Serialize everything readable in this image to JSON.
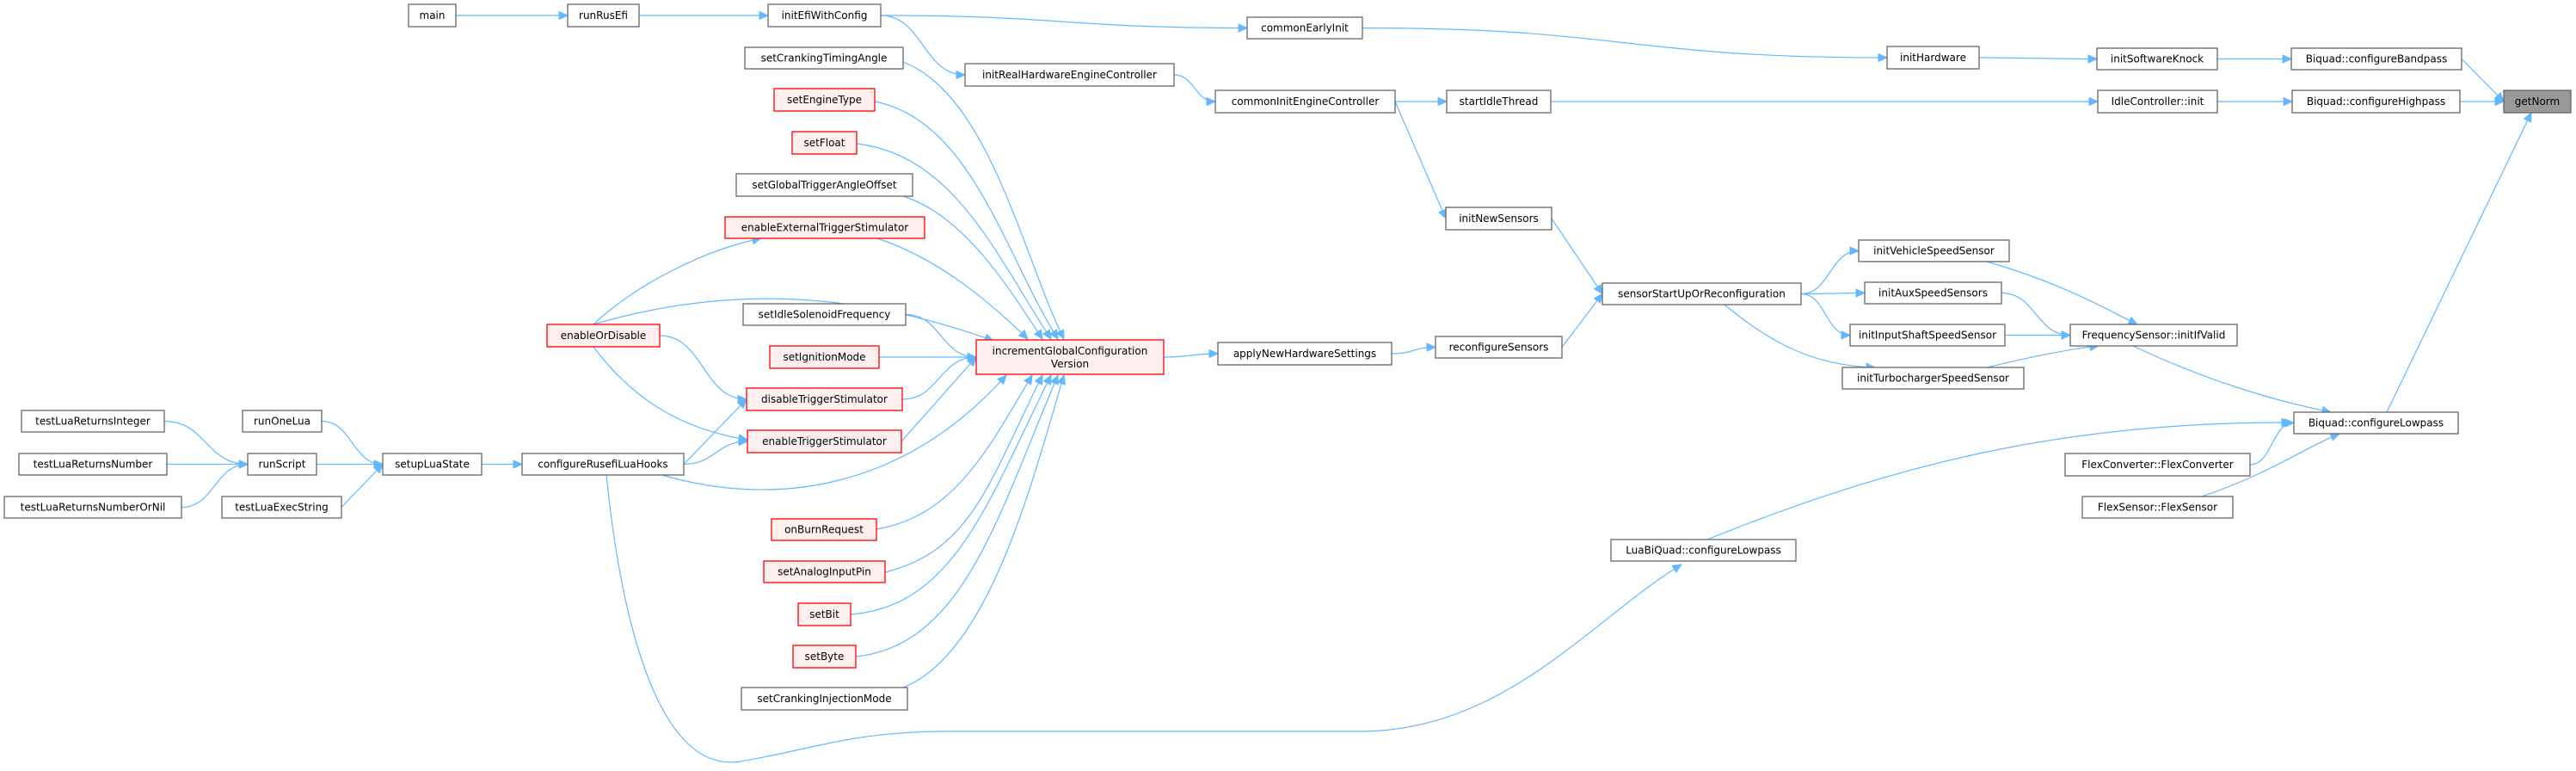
{
  "diagram": {
    "type": "call-graph",
    "title": "getNorm caller graph",
    "colors": {
      "edge": "#63b8ff",
      "normal_border": "#666666",
      "red_border": "#ff0000",
      "red_fill": "#fff0f0",
      "focus_fill": "#999999"
    },
    "nodes": [
      {
        "id": "main",
        "label": "main",
        "style": "normal"
      },
      {
        "id": "runRusEfi",
        "label": "runRusEfi",
        "style": "normal"
      },
      {
        "id": "initEfiWithConfig",
        "label": "initEfiWithConfig",
        "style": "normal"
      },
      {
        "id": "setCrankingTimingAngle",
        "label": "setCrankingTimingAngle",
        "style": "normal"
      },
      {
        "id": "setEngineType",
        "label": "setEngineType",
        "style": "red"
      },
      {
        "id": "setFloat",
        "label": "setFloat",
        "style": "red"
      },
      {
        "id": "setGlobalTriggerAngleOffset",
        "label": "setGlobalTriggerAngleOffset",
        "style": "normal"
      },
      {
        "id": "enableExternalTriggerStimulator",
        "label": "enableExternalTriggerStimulator",
        "style": "red"
      },
      {
        "id": "setIdleSolenoidFrequency",
        "label": "setIdleSolenoidFrequency",
        "style": "normal"
      },
      {
        "id": "setIgnitionMode",
        "label": "setIgnitionMode",
        "style": "red"
      },
      {
        "id": "disableTriggerStimulator",
        "label": "disableTriggerStimulator",
        "style": "red"
      },
      {
        "id": "enableTriggerStimulator",
        "label": "enableTriggerStimulator",
        "style": "red"
      },
      {
        "id": "onBurnRequest",
        "label": "onBurnRequest",
        "style": "red"
      },
      {
        "id": "setAnalogInputPin",
        "label": "setAnalogInputPin",
        "style": "red"
      },
      {
        "id": "setBit",
        "label": "setBit",
        "style": "red"
      },
      {
        "id": "setByte",
        "label": "setByte",
        "style": "red"
      },
      {
        "id": "setCrankingInjectionMode",
        "label": "setCrankingInjectionMode",
        "style": "normal"
      },
      {
        "id": "enableOrDisable",
        "label": "enableOrDisable",
        "style": "red"
      },
      {
        "id": "incrementGlobalConfigurationVersion",
        "label": "incrementGlobalConfiguration",
        "label2": "Version",
        "style": "red"
      },
      {
        "id": "configureRusefiLuaHooks",
        "label": "configureRusefiLuaHooks",
        "style": "normal"
      },
      {
        "id": "setupLuaState",
        "label": "setupLuaState",
        "style": "normal"
      },
      {
        "id": "runScript",
        "label": "runScript",
        "style": "normal"
      },
      {
        "id": "runOneLua",
        "label": "runOneLua",
        "style": "normal"
      },
      {
        "id": "testLuaExecString",
        "label": "testLuaExecString",
        "style": "normal"
      },
      {
        "id": "testLuaReturnsInteger",
        "label": "testLuaReturnsInteger",
        "style": "normal"
      },
      {
        "id": "testLuaReturnsNumber",
        "label": "testLuaReturnsNumber",
        "style": "normal"
      },
      {
        "id": "testLuaReturnsNumberOrNil",
        "label": "testLuaReturnsNumberOrNil",
        "style": "normal"
      },
      {
        "id": "initRealHardwareEngineController",
        "label": "initRealHardwareEngineController",
        "style": "normal"
      },
      {
        "id": "commonEarlyInit",
        "label": "commonEarlyInit",
        "style": "normal"
      },
      {
        "id": "commonInitEngineController",
        "label": "commonInitEngineController",
        "style": "normal"
      },
      {
        "id": "startIdleThread",
        "label": "startIdleThread",
        "style": "normal"
      },
      {
        "id": "initNewSensors",
        "label": "initNewSensors",
        "style": "normal"
      },
      {
        "id": "initHardware",
        "label": "initHardware",
        "style": "normal"
      },
      {
        "id": "initSoftwareKnock",
        "label": "initSoftwareKnock",
        "style": "normal"
      },
      {
        "id": "IdleController_init",
        "label": "IdleController::init",
        "style": "normal"
      },
      {
        "id": "Biquad_configureBandpass",
        "label": "Biquad::configureBandpass",
        "style": "normal"
      },
      {
        "id": "Biquad_configureHighpass",
        "label": "Biquad::configureHighpass",
        "style": "normal"
      },
      {
        "id": "getNorm",
        "label": "getNorm",
        "style": "focus"
      },
      {
        "id": "applyNewHardwareSettings",
        "label": "applyNewHardwareSettings",
        "style": "normal"
      },
      {
        "id": "reconfigureSensors",
        "label": "reconfigureSensors",
        "style": "normal"
      },
      {
        "id": "sensorStartUpOrReconfiguration",
        "label": "sensorStartUpOrReconfiguration",
        "style": "normal"
      },
      {
        "id": "initVehicleSpeedSensor",
        "label": "initVehicleSpeedSensor",
        "style": "normal"
      },
      {
        "id": "initAuxSpeedSensors",
        "label": "initAuxSpeedSensors",
        "style": "normal"
      },
      {
        "id": "initInputShaftSpeedSensor",
        "label": "initInputShaftSpeedSensor",
        "style": "normal"
      },
      {
        "id": "initTurbochargerSpeedSensor",
        "label": "initTurbochargerSpeedSensor",
        "style": "normal"
      },
      {
        "id": "FrequencySensor_initIfValid",
        "label": "FrequencySensor::initIfValid",
        "style": "normal"
      },
      {
        "id": "Biquad_configureLowpass",
        "label": "Biquad::configureLowpass",
        "style": "normal"
      },
      {
        "id": "FlexConverter_FlexConverter",
        "label": "FlexConverter::FlexConverter",
        "style": "normal"
      },
      {
        "id": "FlexSensor_FlexSensor",
        "label": "FlexSensor::FlexSensor",
        "style": "normal"
      },
      {
        "id": "LuaBiQuad_configureLowpass",
        "label": "LuaBiQuad::configureLowpass",
        "style": "normal"
      }
    ],
    "edges": [
      [
        "main",
        "runRusEfi"
      ],
      [
        "runRusEfi",
        "initEfiWithConfig"
      ],
      [
        "initEfiWithConfig",
        "commonEarlyInit"
      ],
      [
        "initEfiWithConfig",
        "initRealHardwareEngineController"
      ],
      [
        "commonEarlyInit",
        "initHardware"
      ],
      [
        "initRealHardwareEngineController",
        "commonInitEngineController"
      ],
      [
        "commonInitEngineController",
        "startIdleThread"
      ],
      [
        "commonInitEngineController",
        "initNewSensors"
      ],
      [
        "initHardware",
        "initSoftwareKnock"
      ],
      [
        "initSoftwareKnock",
        "Biquad_configureBandpass"
      ],
      [
        "startIdleThread",
        "IdleController_init"
      ],
      [
        "IdleController_init",
        "Biquad_configureHighpass"
      ],
      [
        "Biquad_configureBandpass",
        "getNorm"
      ],
      [
        "Biquad_configureHighpass",
        "getNorm"
      ],
      [
        "Biquad_configureLowpass",
        "getNorm"
      ],
      [
        "initNewSensors",
        "sensorStartUpOrReconfiguration"
      ],
      [
        "reconfigureSensors",
        "sensorStartUpOrReconfiguration"
      ],
      [
        "applyNewHardwareSettings",
        "reconfigureSensors"
      ],
      [
        "incrementGlobalConfigurationVersion",
        "applyNewHardwareSettings"
      ],
      [
        "sensorStartUpOrReconfiguration",
        "initVehicleSpeedSensor"
      ],
      [
        "sensorStartUpOrReconfiguration",
        "initAuxSpeedSensors"
      ],
      [
        "sensorStartUpOrReconfiguration",
        "initInputShaftSpeedSensor"
      ],
      [
        "sensorStartUpOrReconfiguration",
        "initTurbochargerSpeedSensor"
      ],
      [
        "initVehicleSpeedSensor",
        "FrequencySensor_initIfValid"
      ],
      [
        "initAuxSpeedSensors",
        "FrequencySensor_initIfValid"
      ],
      [
        "initInputShaftSpeedSensor",
        "FrequencySensor_initIfValid"
      ],
      [
        "initTurbochargerSpeedSensor",
        "FrequencySensor_initIfValid"
      ],
      [
        "FrequencySensor_initIfValid",
        "Biquad_configureLowpass"
      ],
      [
        "FlexConverter_FlexConverter",
        "Biquad_configureLowpass"
      ],
      [
        "FlexSensor_FlexSensor",
        "Biquad_configureLowpass"
      ],
      [
        "LuaBiQuad_configureLowpass",
        "Biquad_configureLowpass"
      ],
      [
        "configureRusefiLuaHooks",
        "LuaBiQuad_configureLowpass"
      ],
      [
        "setCrankingTimingAngle",
        "incrementGlobalConfigurationVersion"
      ],
      [
        "setEngineType",
        "incrementGlobalConfigurationVersion"
      ],
      [
        "setFloat",
        "incrementGlobalConfigurationVersion"
      ],
      [
        "setGlobalTriggerAngleOffset",
        "incrementGlobalConfigurationVersion"
      ],
      [
        "enableExternalTriggerStimulator",
        "incrementGlobalConfigurationVersion"
      ],
      [
        "enableOrDisable",
        "incrementGlobalConfigurationVersion"
      ],
      [
        "setIdleSolenoidFrequency",
        "incrementGlobalConfigurationVersion"
      ],
      [
        "setIgnitionMode",
        "incrementGlobalConfigurationVersion"
      ],
      [
        "disableTriggerStimulator",
        "incrementGlobalConfigurationVersion"
      ],
      [
        "enableTriggerStimulator",
        "incrementGlobalConfigurationVersion"
      ],
      [
        "configureRusefiLuaHooks",
        "incrementGlobalConfigurationVersion"
      ],
      [
        "onBurnRequest",
        "incrementGlobalConfigurationVersion"
      ],
      [
        "setAnalogInputPin",
        "incrementGlobalConfigurationVersion"
      ],
      [
        "setBit",
        "incrementGlobalConfigurationVersion"
      ],
      [
        "setByte",
        "incrementGlobalConfigurationVersion"
      ],
      [
        "setCrankingInjectionMode",
        "incrementGlobalConfigurationVersion"
      ],
      [
        "enableOrDisable",
        "enableExternalTriggerStimulator"
      ],
      [
        "enableOrDisable",
        "disableTriggerStimulator"
      ],
      [
        "enableOrDisable",
        "enableTriggerStimulator"
      ],
      [
        "configureRusefiLuaHooks",
        "disableTriggerStimulator"
      ],
      [
        "configureRusefiLuaHooks",
        "enableTriggerStimulator"
      ],
      [
        "setupLuaState",
        "configureRusefiLuaHooks"
      ],
      [
        "runOneLua",
        "setupLuaState"
      ],
      [
        "runScript",
        "setupLuaState"
      ],
      [
        "testLuaExecString",
        "setupLuaState"
      ],
      [
        "testLuaReturnsInteger",
        "runScript"
      ],
      [
        "testLuaReturnsNumber",
        "runScript"
      ],
      [
        "testLuaReturnsNumberOrNil",
        "runScript"
      ]
    ]
  }
}
